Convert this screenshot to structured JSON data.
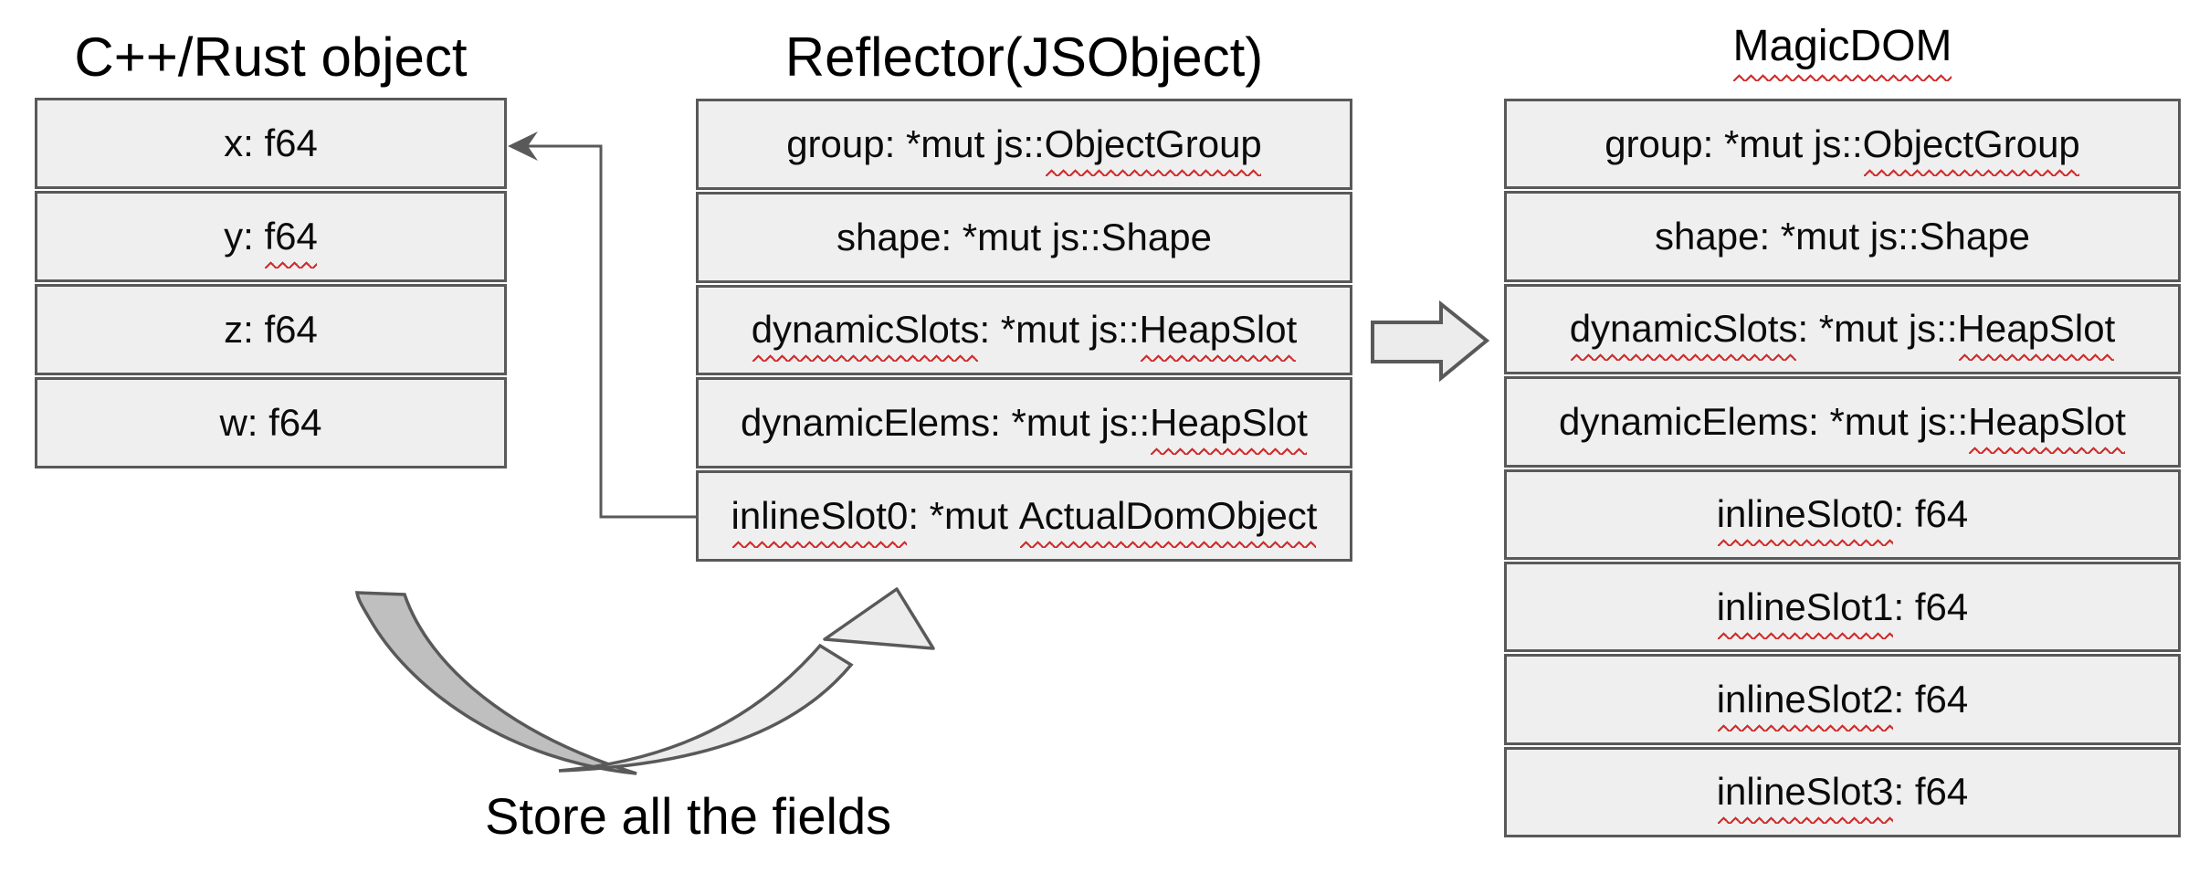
{
  "diagram": {
    "columns": [
      {
        "name": "cpp-rust-object",
        "title": {
          "segments": [
            {
              "text": "C++/Rust object",
              "squiggle": false
            }
          ]
        },
        "rows": [
          {
            "segments": [
              {
                "text": "x: f64",
                "squiggle": false
              }
            ]
          },
          {
            "segments": [
              {
                "text": "y: ",
                "squiggle": false
              },
              {
                "text": "f64",
                "squiggle": true
              }
            ]
          },
          {
            "segments": [
              {
                "text": "z: f64",
                "squiggle": false
              }
            ]
          },
          {
            "segments": [
              {
                "text": "w: f64",
                "squiggle": false
              }
            ]
          }
        ]
      },
      {
        "name": "reflector-jsobject",
        "title": {
          "segments": [
            {
              "text": "Reflector(JSObject)",
              "squiggle": false
            }
          ]
        },
        "rows": [
          {
            "segments": [
              {
                "text": "group: *mut js::",
                "squiggle": false
              },
              {
                "text": "ObjectGroup",
                "squiggle": true
              }
            ]
          },
          {
            "segments": [
              {
                "text": "shape: *mut js::Shape",
                "squiggle": false
              }
            ]
          },
          {
            "segments": [
              {
                "text": "dynamicSlots",
                "squiggle": true
              },
              {
                "text": ": *mut js::",
                "squiggle": false
              },
              {
                "text": "HeapSlot",
                "squiggle": true
              }
            ]
          },
          {
            "segments": [
              {
                "text": "dynamicElems: *mut js::",
                "squiggle": false
              },
              {
                "text": "HeapSlot",
                "squiggle": true
              }
            ]
          },
          {
            "segments": [
              {
                "text": "inlineSlot0",
                "squiggle": true
              },
              {
                "text": ": *mut ",
                "squiggle": false
              },
              {
                "text": "ActualDomObject",
                "squiggle": true
              }
            ]
          }
        ]
      },
      {
        "name": "magicdom",
        "title": {
          "segments": [
            {
              "text": "MagicDOM",
              "squiggle": true
            }
          ]
        },
        "rows": [
          {
            "segments": [
              {
                "text": "group: *mut js::",
                "squiggle": false
              },
              {
                "text": "ObjectGroup",
                "squiggle": true
              }
            ]
          },
          {
            "segments": [
              {
                "text": "shape: *mut js::Shape",
                "squiggle": false
              }
            ]
          },
          {
            "segments": [
              {
                "text": "dynamicSlots",
                "squiggle": true
              },
              {
                "text": ": *mut js::",
                "squiggle": false
              },
              {
                "text": "HeapSlot",
                "squiggle": true
              }
            ]
          },
          {
            "segments": [
              {
                "text": "dynamicElems: *mut js::",
                "squiggle": false
              },
              {
                "text": "HeapSlot",
                "squiggle": true
              }
            ]
          },
          {
            "segments": [
              {
                "text": "inlineSlot0",
                "squiggle": true
              },
              {
                "text": ": f64",
                "squiggle": false
              }
            ]
          },
          {
            "segments": [
              {
                "text": "inlineSlot1",
                "squiggle": true
              },
              {
                "text": ": f64",
                "squiggle": false
              }
            ]
          },
          {
            "segments": [
              {
                "text": "inlineSlot2",
                "squiggle": true
              },
              {
                "text": ": f64",
                "squiggle": false
              }
            ]
          },
          {
            "segments": [
              {
                "text": "inlineSlot3",
                "squiggle": true
              },
              {
                "text": ": f64",
                "squiggle": false
              }
            ]
          }
        ]
      }
    ],
    "caption": "Store all the fields",
    "colors": {
      "box_fill": "#efefef",
      "box_border": "#595959",
      "squiggle": "#d02b2b",
      "arrow_light": "#ececec",
      "arrow_dark": "#bfbfbf",
      "text": "#0b0b0b"
    }
  }
}
